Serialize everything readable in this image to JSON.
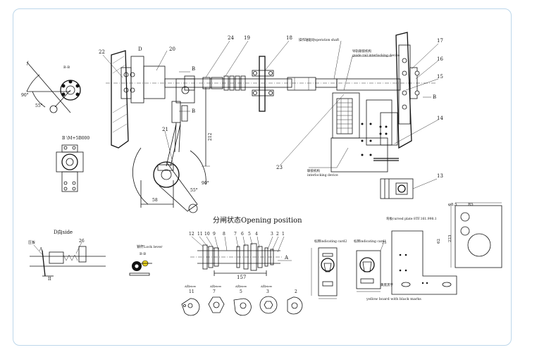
{
  "main_view": {
    "labels": {
      "b_top": "B",
      "b_mid": "B",
      "d": "D",
      "section_b_b": "B-B",
      "a_label": "A"
    },
    "callouts": [
      "22",
      "20",
      "24",
      "19",
      "18",
      "17",
      "16",
      "15",
      "14",
      "13",
      "21",
      "23"
    ],
    "operation_shaft": "操作轴驱动operation shaft",
    "guide_rail_cn": "导轨联锁机构",
    "guide_rail_en": "guide rail interlocking device",
    "interlocking_cn": "联锁机构",
    "interlocking_en": "interlocking device",
    "dim_212": "212",
    "dim_58": "58",
    "angle_90_left": "90°",
    "angle_55_left": "55°",
    "angle_90_lower": "90°",
    "angle_55_lower": "55°",
    "view_b_title": "B \\M+5B000"
  },
  "d_side": {
    "title": "D向side",
    "label_cn": "压板",
    "label_a": "A",
    "label_26": "26",
    "label_ii": "II"
  },
  "lock_lever": {
    "title": "锁杆Lock lever",
    "section": "B-B"
  },
  "opening": {
    "title": "分闸状态Opening position",
    "numbers": [
      "12",
      "11",
      "10",
      "9",
      "8",
      "7",
      "6",
      "5",
      "4",
      "3",
      "2",
      "1"
    ],
    "dim_157": "157",
    "label_a": "A",
    "section_labels": [
      "11",
      "7",
      "5",
      "3",
      "2"
    ],
    "section_captions": [
      "A向view",
      "A向view",
      "A向view",
      "A向view"
    ]
  },
  "cards": {
    "card2": "标牌indicating card2",
    "card1": "标牌indicating card1",
    "card_marks": "黄底黑字",
    "yellow_board": "yellow board with black marks",
    "label_25": "25"
  },
  "curved_plate": {
    "title": "弯板curved plate 8TF.161.998.1",
    "dim_d85": "φ8.5",
    "dim_r5": "R5",
    "dim_223": "223",
    "dim_62": "62"
  }
}
